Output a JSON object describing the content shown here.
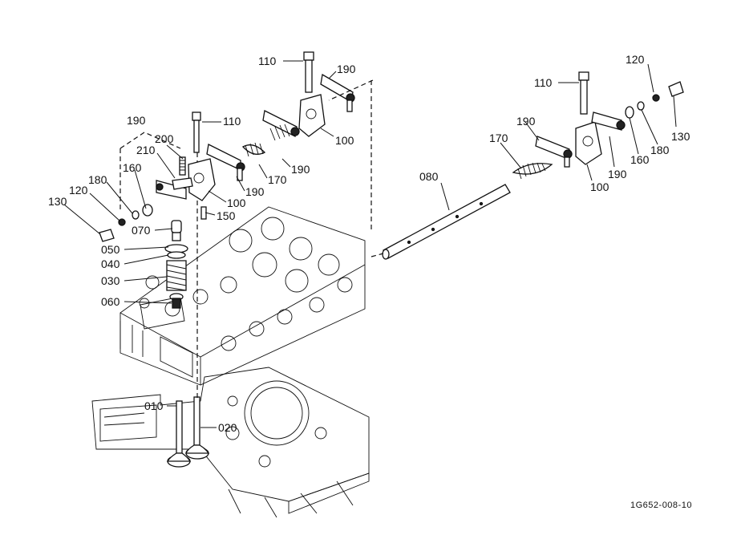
{
  "diagram": {
    "labels": {
      "p110_a": "110",
      "p190_a": "190",
      "p100_a": "100",
      "p190_b": "190",
      "p170_a": "170",
      "p190_c": "190",
      "p110_b": "110",
      "p190_d": "190",
      "p200": "200",
      "p210": "210",
      "p160_a": "160",
      "p180_a": "180",
      "p120_a": "120",
      "p130_a": "130",
      "p100_b": "100",
      "p150": "150",
      "p070": "070",
      "p050": "050",
      "p040": "040",
      "p030": "030",
      "p060": "060",
      "p010": "010",
      "p020": "020",
      "p080": "080",
      "p110_c": "110",
      "p120_b": "120",
      "p130_b": "130",
      "p190_e": "190",
      "p170_b": "170",
      "p180_b": "180",
      "p160_b": "160",
      "p190_f": "190",
      "p100_c": "100"
    },
    "figure_code": "1G652-008-10"
  }
}
